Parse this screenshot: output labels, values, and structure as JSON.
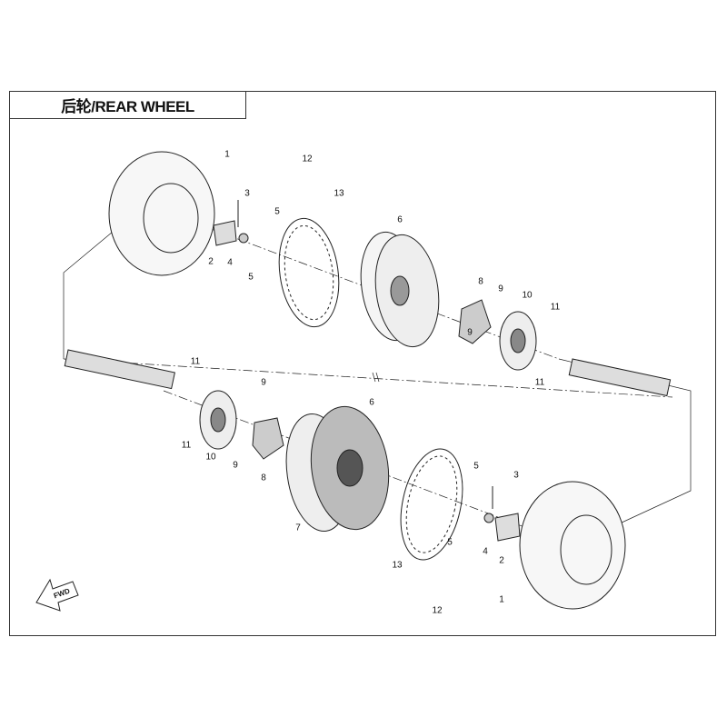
{
  "title": "后轮/REAR WHEEL",
  "fwd_label": "FWD",
  "callouts_top": [
    "1",
    "12",
    "3",
    "13",
    "5",
    "6",
    "2",
    "4",
    "5",
    "8",
    "9",
    "10",
    "11",
    "9",
    "11"
  ],
  "callouts_bottom": [
    "11",
    "9",
    "6",
    "11",
    "10",
    "9",
    "8",
    "5",
    "3",
    "7",
    "5",
    "4",
    "2",
    "13",
    "1",
    "12"
  ]
}
